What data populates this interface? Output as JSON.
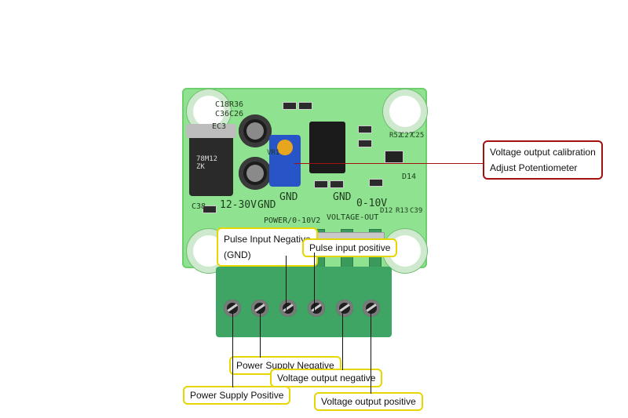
{
  "image": {
    "board_labels": {
      "power": "POWER/0-10V2",
      "voltage_out": "VOLTAGE-OUT",
      "range_left": "12-30V",
      "gnd_left": "GND",
      "gnd_mid": "GND",
      "gnd_right": "GND",
      "range_right": "0-10V",
      "chip_label": "78M12 ZK",
      "c38": "C38",
      "r36": "R36",
      "c26": "C26",
      "c18": "C18",
      "c36": "C36",
      "vr1": "VR1",
      "ec3": "EC3",
      "r52": "R52",
      "c27": "C27",
      "c25": "C25",
      "d14": "D14",
      "d12": "D12",
      "r13": "R13",
      "c39": "C39"
    },
    "callouts": {
      "pulse_negative_1": "Pulse Input Negative",
      "pulse_negative_2": "(GND)",
      "pulse_positive": "Pulse input positive",
      "power_supply_negative": "Power Supply Negative",
      "voltage_output_negative": "Voltage output negative",
      "power_supply_positive": "Power Supply Positive",
      "voltage_output_positive": "Voltage output positive",
      "pot_label_1": "Voltage output calibration",
      "pot_label_2": "Adjust Potentiometer"
    },
    "colors": {
      "pcb": "#8fe28f",
      "terminal": "#3fa565",
      "callout_border": "#e6d700",
      "pot_callout_border": "#a41010",
      "potentiometer": "#2754c6"
    }
  }
}
